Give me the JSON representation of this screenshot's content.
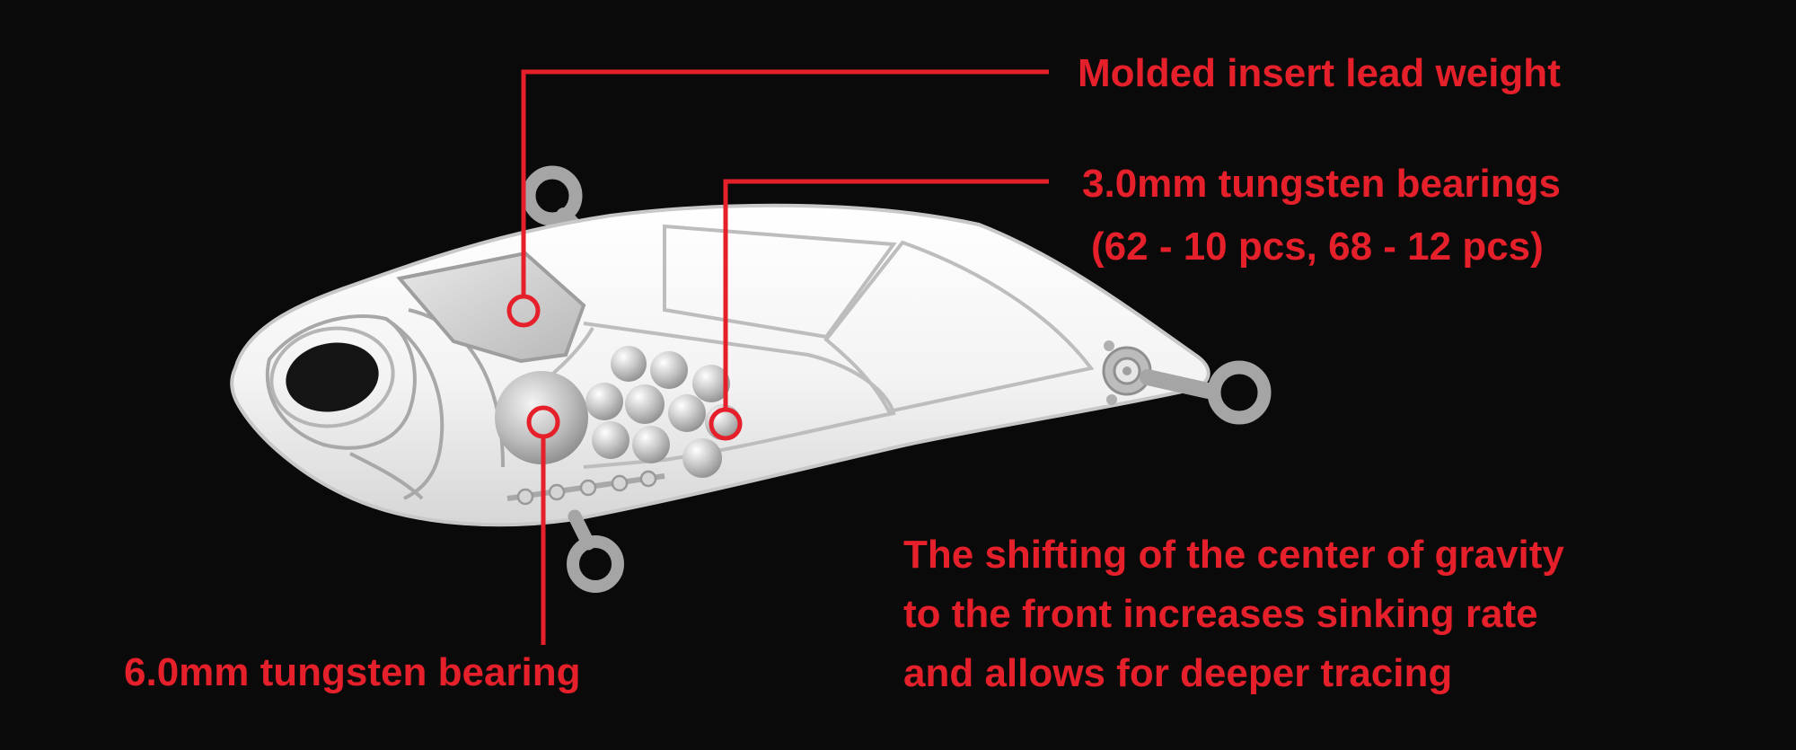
{
  "callouts": {
    "lead_weight": "Molded insert lead weight",
    "tungsten_3mm": "3.0mm tungsten bearings",
    "tungsten_3mm_count": "(62 - 10 pcs, 68 - 12 pcs)",
    "tungsten_6mm": "6.0mm tungsten bearing"
  },
  "description": {
    "lines": [
      "The shifting of the center of gravity",
      "to the front increases sinking rate",
      "and allows for deeper tracing"
    ]
  },
  "colors": {
    "background": "#0b0a0a",
    "accent": "#e5202a",
    "lure_body": "#f2f2f2",
    "hardware": "#9a9a9a"
  }
}
